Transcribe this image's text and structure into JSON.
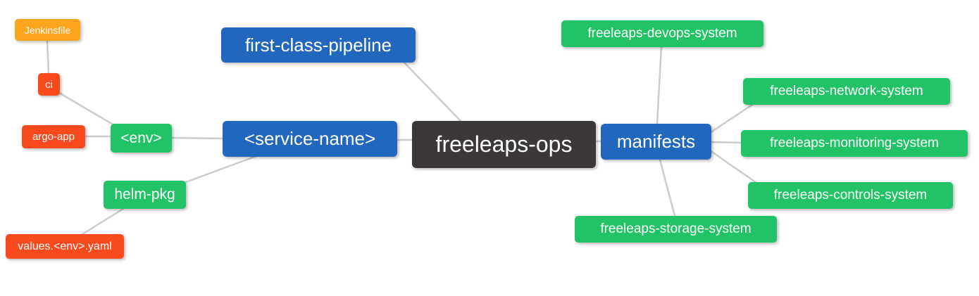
{
  "palette": {
    "root_bg": "#3b3837",
    "branch_blue": "#2267be",
    "leaf_green": "#21c366",
    "leaf_red": "#f94a1e",
    "leaf_orange": "#faa51d",
    "node_text": "#ffffff",
    "edge_line": "#cccccc",
    "background": "#ffffff"
  },
  "mindmap": {
    "nodes": {
      "root": {
        "label": "freeleaps-ops"
      },
      "first_class_pipeline": {
        "label": "first-class-pipeline"
      },
      "service_name": {
        "label": "<service-name>"
      },
      "manifests": {
        "label": "manifests"
      },
      "env": {
        "label": "<env>"
      },
      "helm_pkg": {
        "label": "helm-pkg"
      },
      "ci": {
        "label": "ci"
      },
      "argo_app": {
        "label": "argo-app"
      },
      "jenkinsfile": {
        "label": "Jenkinsfile"
      },
      "values_env_yaml": {
        "label": "values.<env>.yaml"
      },
      "devops_system": {
        "label": "freeleaps-devops-system"
      },
      "network_system": {
        "label": "freeleaps-network-system"
      },
      "monitoring_system": {
        "label": "freeleaps-monitoring-system"
      },
      "controls_system": {
        "label": "freeleaps-controls-system"
      },
      "storage_system": {
        "label": "freeleaps-storage-system"
      }
    },
    "edges": [
      [
        "jenkinsfile",
        "ci"
      ],
      [
        "ci",
        "env"
      ],
      [
        "argo_app",
        "env"
      ],
      [
        "env",
        "service_name"
      ],
      [
        "helm_pkg",
        "service_name"
      ],
      [
        "values_env_yaml",
        "helm_pkg"
      ],
      [
        "first_class_pipeline",
        "root"
      ],
      [
        "service_name",
        "root"
      ],
      [
        "root",
        "manifests"
      ],
      [
        "manifests",
        "devops_system"
      ],
      [
        "manifests",
        "network_system"
      ],
      [
        "manifests",
        "monitoring_system"
      ],
      [
        "manifests",
        "controls_system"
      ],
      [
        "manifests",
        "storage_system"
      ]
    ]
  }
}
